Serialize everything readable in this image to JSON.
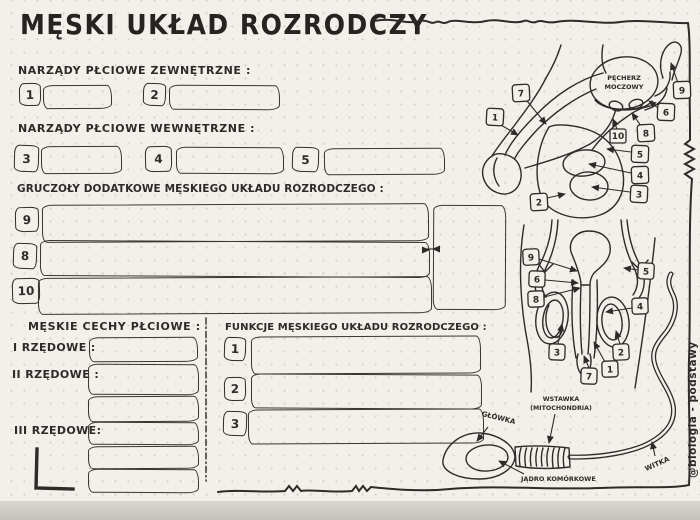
{
  "title": "MĘSKI UKŁAD ROZRODCZY",
  "watermark": "@biologia - podstawy",
  "colors": {
    "ink": "#2e2b28",
    "paper": "#f2f0ea",
    "dots": "#d9d6cf",
    "paper_edge": "#c5c2bd"
  },
  "external_organs": {
    "heading": "NARZĄDY PŁCIOWE ZEWNĘTRZNE :",
    "items": [
      {
        "num": "1"
      },
      {
        "num": "2"
      }
    ]
  },
  "internal_organs": {
    "heading": "NARZĄDY PŁCIOWE WEWNĘTRZNE :",
    "items": [
      {
        "num": "3"
      },
      {
        "num": "4"
      },
      {
        "num": "5"
      }
    ]
  },
  "glands": {
    "heading": "GRUCZOŁY DODATKOWE MĘSKIEGO UKŁADU ROZRODCZEGO :",
    "items": [
      {
        "num": "9"
      },
      {
        "num": "8"
      },
      {
        "num": "10"
      }
    ]
  },
  "traits": {
    "heading": "MĘSKIE CECHY PŁCIOWE :",
    "labels": {
      "primary": "I RZĘDOWE :",
      "secondary": "II RZĘDOWE :",
      "tertiary": "III RZĘDOWE:"
    }
  },
  "functions": {
    "heading": "FUNKCJE MĘSKIEGO UKŁADU ROZRODCZEGO :",
    "items": [
      {
        "num": "1"
      },
      {
        "num": "2"
      },
      {
        "num": "3"
      }
    ]
  },
  "sagittal_diagram": {
    "bladder_label_lines": [
      "PĘCHERZ",
      "MOCZOWY"
    ],
    "tags": [
      "1",
      "2",
      "3",
      "4",
      "5",
      "6",
      "7",
      "8",
      "9",
      "10"
    ]
  },
  "frontal_diagram": {
    "tags": [
      "1",
      "2",
      "3",
      "4",
      "5",
      "6",
      "7",
      "8",
      "9"
    ]
  },
  "sperm_diagram": {
    "head": "GŁÓWKA",
    "midpiece_lines": [
      "WSTAWKA",
      "(MITOCHONDRIA)"
    ],
    "nucleus": "JĄDRO KOMÓRKOWE",
    "tail": "WITKA"
  }
}
